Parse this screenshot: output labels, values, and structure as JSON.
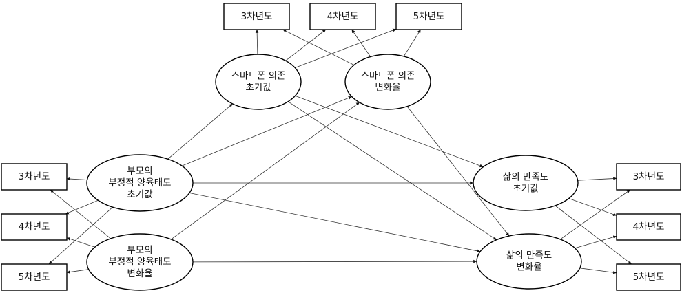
{
  "nodes": {
    "mi1": "3차년도",
    "mi2": "4차년도",
    "mi3": "5차년도",
    "ml1": "3차년도",
    "ml2": "4차년도",
    "ml3": "5차년도",
    "mr1": "3차년도",
    "mr2": "4차년도",
    "mr3": "5차년도",
    "smi": [
      "스마트폰 의존",
      "초기값"
    ],
    "sms": [
      "스마트폰 의존",
      "변화율"
    ],
    "pni": [
      "부모의",
      "부정적 양육태도",
      "초기값"
    ],
    "pns": [
      "부모의",
      "부정적 양육태도",
      "변화율"
    ],
    "lsi": [
      "삶의 만족도",
      "초기값"
    ],
    "lss": [
      "삶의 만족도",
      "변화율"
    ]
  },
  "edges": [
    [
      "smi",
      "mi1"
    ],
    [
      "smi",
      "mi2"
    ],
    [
      "smi",
      "mi3"
    ],
    [
      "sms",
      "mi1"
    ],
    [
      "sms",
      "mi2"
    ],
    [
      "sms",
      "mi3"
    ],
    [
      "pni",
      "ml1"
    ],
    [
      "pni",
      "ml2"
    ],
    [
      "pni",
      "ml3"
    ],
    [
      "pns",
      "ml1"
    ],
    [
      "pns",
      "ml2"
    ],
    [
      "pns",
      "ml3"
    ],
    [
      "lsi",
      "mr1"
    ],
    [
      "lsi",
      "mr2"
    ],
    [
      "lsi",
      "mr3"
    ],
    [
      "lss",
      "mr1"
    ],
    [
      "lss",
      "mr2"
    ],
    [
      "lss",
      "mr3"
    ],
    [
      "pni",
      "smi"
    ],
    [
      "pni",
      "sms"
    ],
    [
      "pni",
      "lsi"
    ],
    [
      "pni",
      "lss"
    ],
    [
      "pns",
      "sms"
    ],
    [
      "pns",
      "lss"
    ],
    [
      "smi",
      "lsi"
    ],
    [
      "smi",
      "lss"
    ],
    [
      "sms",
      "lss"
    ]
  ]
}
